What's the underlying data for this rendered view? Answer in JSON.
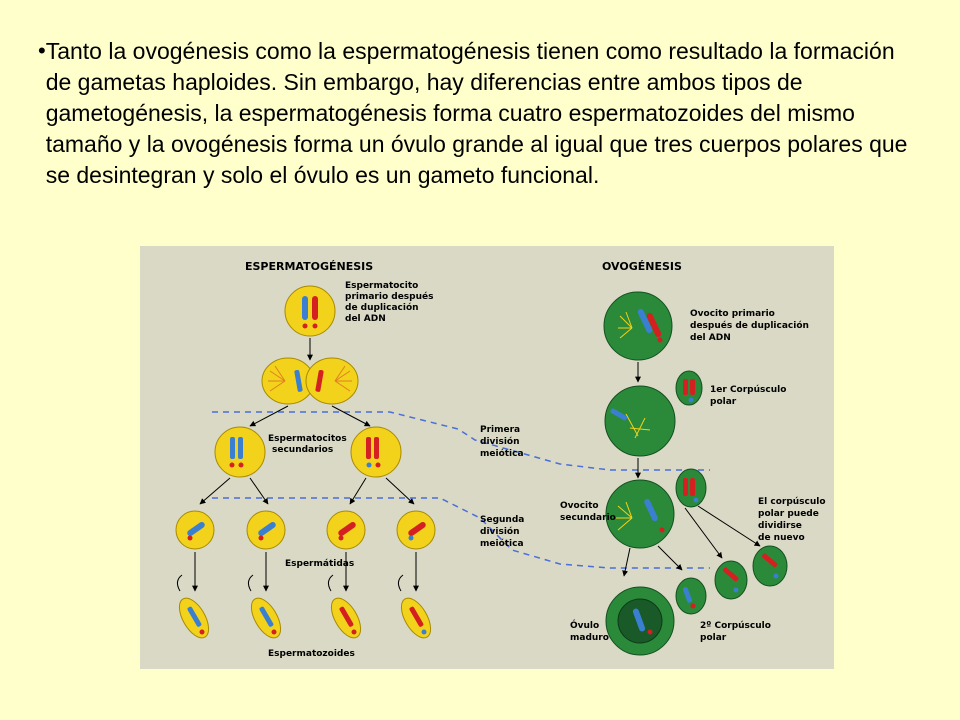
{
  "slide": {
    "bullet_char": "•",
    "bullet_text": "Tanto la ovogénesis como la espermatogénesis tienen como resultado la formación de gametas haploides.  Sin embargo, hay diferencias entre ambos tipos de gametogénesis, la espermatogénesis forma cuatro espermatozoides del mismo tamaño y la ovogénesis forma un óvulo grande al igual que tres cuerpos polares que se desintegran y solo el óvulo es un gameto funcional."
  },
  "figure": {
    "left_title": "ESPERMATOGÉNESIS",
    "right_title": "OVOGÉNESIS",
    "label_spermatocyte_primary": [
      "Espermatocito",
      "primario después",
      "de duplicación",
      "del ADN"
    ],
    "label_spermatocytes_secondary": [
      "Espermatocitos",
      "secundarios"
    ],
    "label_first_division": [
      "Primera",
      "división",
      "meiótica"
    ],
    "label_second_division": [
      "Segunda",
      "división",
      "meiótica"
    ],
    "label_spermatids": "Espermátidas",
    "label_spermatozoa": "Espermatozoides",
    "label_oocyte_primary": [
      "Ovocito primario",
      "después de duplicación",
      "del ADN"
    ],
    "label_first_polar": [
      "1er Corpúsculo",
      "polar"
    ],
    "label_oocyte_secondary": [
      "Ovocito",
      "secundario"
    ],
    "label_polar_divide": [
      "El corpúsculo",
      "polar puede",
      "dividirse",
      "de nuevo"
    ],
    "label_mature_ovum": [
      "Óvulo",
      "maduro"
    ],
    "label_second_polar": [
      "2º Corpúsculo",
      "polar"
    ]
  },
  "colors": {
    "background": "#ffffcc",
    "figure_bg": "#d9d9c6",
    "sperm_cell": "#f2d21b",
    "egg_cell": "#2a8a3a",
    "chromosome_blue": "#3a7fd0",
    "chromosome_red": "#d42020",
    "dashed_line": "#4a6fd8"
  }
}
